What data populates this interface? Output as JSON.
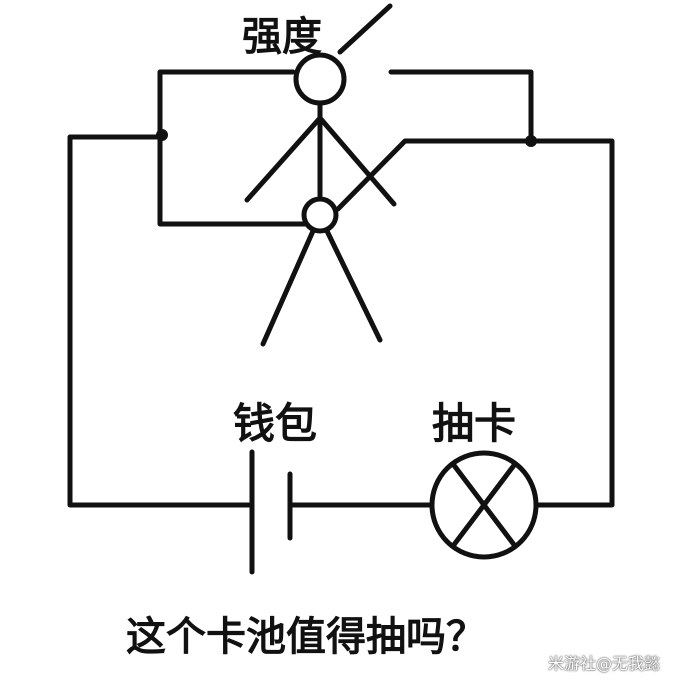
{
  "labels": {
    "strength": "强度",
    "wallet": "钱包",
    "gacha": "抽卡",
    "question": "这个卡池值得抽吗？"
  },
  "watermark": "米游社@无我懿",
  "icons": {
    "figure": "stick-figure-icon",
    "battery": "battery-symbol-icon",
    "lamp": "lamp-symbol-icon",
    "switch": "switch-lever-icon"
  },
  "colors": {
    "background": "#ffffff",
    "ink": "#111111"
  }
}
